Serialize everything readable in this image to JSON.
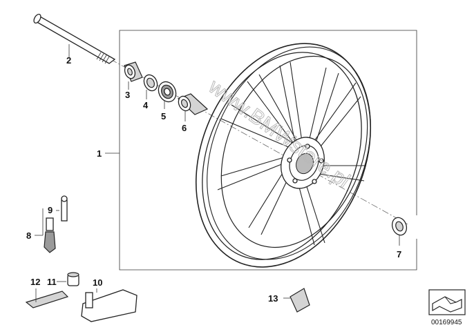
{
  "callouts": {
    "c1": "1",
    "c2": "2",
    "c3": "3",
    "c4": "4",
    "c5": "5",
    "c6": "6",
    "c7": "7",
    "c8": "8",
    "c9": "9",
    "c10": "10",
    "c11": "11",
    "c12": "12",
    "c13": "13"
  },
  "watermark": "www.BMWstore.pl",
  "reference_number": "00169945",
  "nav_icon": "folder-arrow-icon"
}
